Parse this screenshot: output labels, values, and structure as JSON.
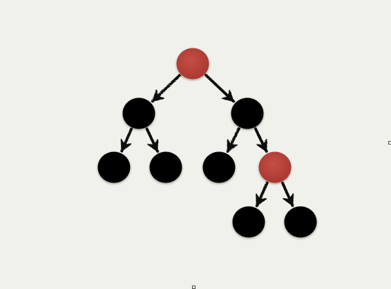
{
  "diagram": {
    "type": "binary-tree",
    "colors": {
      "background": "#f1f1ec",
      "black_node": "#060606",
      "red_node": "#b8423a",
      "edge": "#111111"
    },
    "nodes": [
      {
        "id": "n1",
        "color": "red"
      },
      {
        "id": "n2",
        "color": "black"
      },
      {
        "id": "n3",
        "color": "black"
      },
      {
        "id": "n4",
        "color": "black"
      },
      {
        "id": "n5",
        "color": "black"
      },
      {
        "id": "n6",
        "color": "black"
      },
      {
        "id": "n7",
        "color": "red"
      },
      {
        "id": "n8",
        "color": "black"
      },
      {
        "id": "n9",
        "color": "black"
      }
    ],
    "edges": [
      {
        "from": "n1",
        "to": "n2"
      },
      {
        "from": "n1",
        "to": "n3"
      },
      {
        "from": "n2",
        "to": "n4"
      },
      {
        "from": "n2",
        "to": "n5"
      },
      {
        "from": "n3",
        "to": "n6"
      },
      {
        "from": "n3",
        "to": "n7"
      },
      {
        "from": "n7",
        "to": "n8"
      },
      {
        "from": "n7",
        "to": "n9"
      }
    ]
  }
}
